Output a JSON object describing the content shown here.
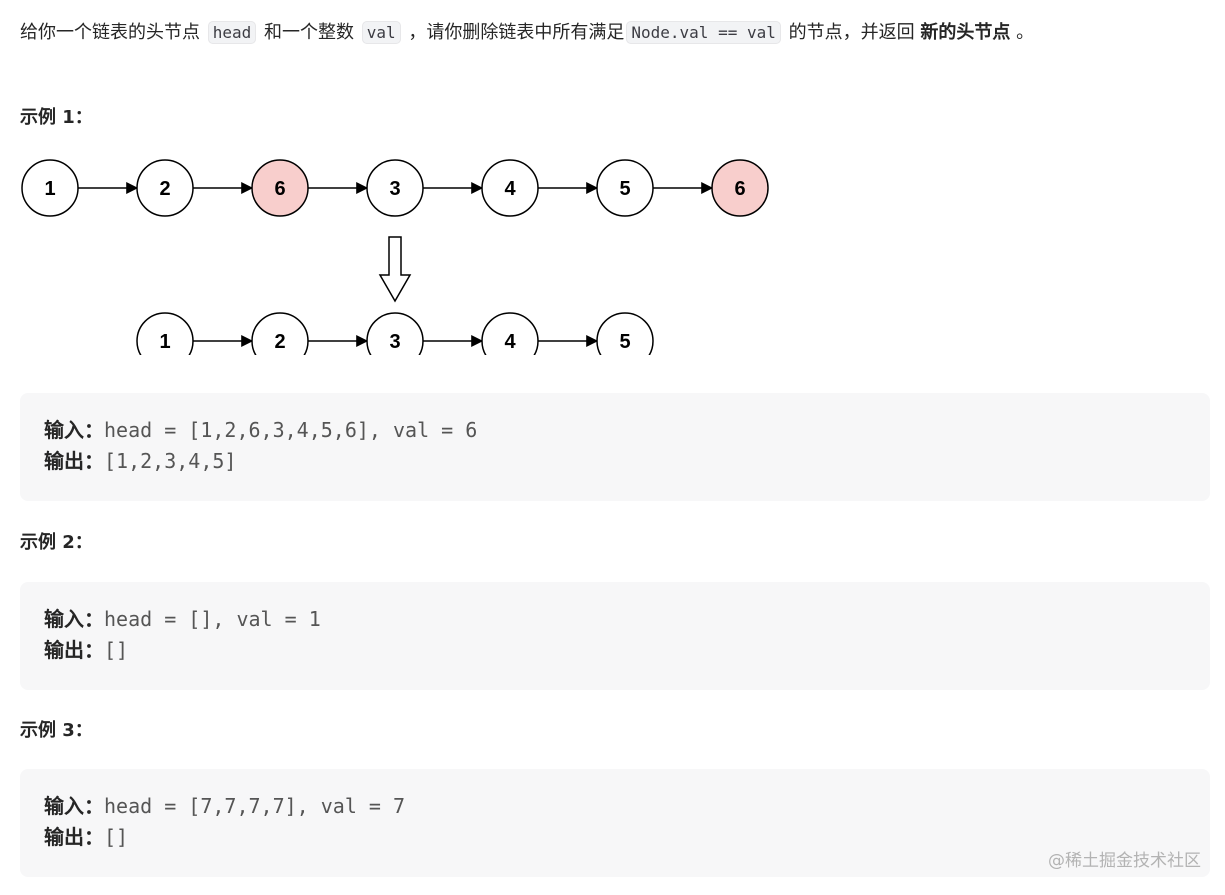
{
  "intro": {
    "t1": "给你一个链表的头节点",
    "c1": "head",
    "t2": "和一个整数",
    "c2": "val",
    "t3": "，请你删除链表中所有满足",
    "c3": "Node.val == val",
    "t4": "的节点，并返回",
    "bold": "新的头节点",
    "t5": "。"
  },
  "examples": [
    {
      "title": "示例 1：",
      "input_label": "输入：",
      "input_value": "head = [1,2,6,3,4,5,6], val = 6",
      "output_label": "输出：",
      "output_value": "[1,2,3,4,5]"
    },
    {
      "title": "示例 2：",
      "input_label": "输入：",
      "input_value": "head = [], val = 1",
      "output_label": "输出：",
      "output_value": "[]"
    },
    {
      "title": "示例 3：",
      "input_label": "输入：",
      "input_value": "head = [7,7,7,7], val = 7",
      "output_label": "输出：",
      "output_value": "[]"
    }
  ],
  "diagram": {
    "before": [
      "1",
      "2",
      "6",
      "3",
      "4",
      "5",
      "6"
    ],
    "removed_value": "6",
    "after": [
      "1",
      "2",
      "3",
      "4",
      "5"
    ],
    "removed_fill": "#f8cecc",
    "node_fill": "#ffffff"
  },
  "watermark": "@稀土掘金技术社区"
}
